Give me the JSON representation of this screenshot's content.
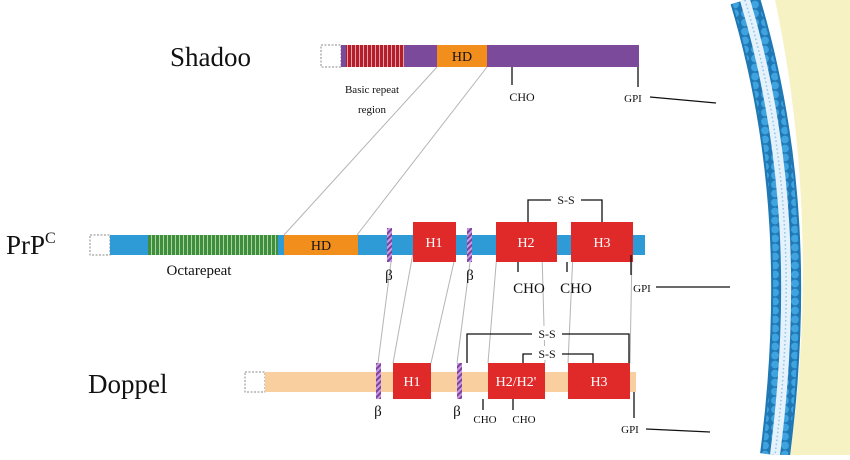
{
  "labels": {
    "shadoo": "Shadoo",
    "prpc_main": "PrP",
    "prpc_sup": "C",
    "doppel": "Doppel"
  },
  "shadoo": {
    "hd": "HD",
    "basic_repeat_line1": "Basic repeat",
    "basic_repeat_line2": "region",
    "cho": "CHO",
    "gpi": "GPI"
  },
  "prpc": {
    "hd": "HD",
    "octarepeat": "Octarepeat",
    "h1": "H1",
    "h2": "H2",
    "h3": "H3",
    "ss": "S-S",
    "beta1": "β",
    "beta2": "β",
    "cho1": "CHO",
    "cho2": "CHO",
    "gpi": "GPI"
  },
  "doppel": {
    "h1": "H1",
    "h2": "H2/H2'",
    "h3": "H3",
    "ss_outer": "S-S",
    "ss_inner": "S-S",
    "beta1": "β",
    "beta2": "β",
    "cho1": "CHO",
    "cho2": "CHO",
    "gpi": "GPI"
  },
  "colors": {
    "shadoo_bar": "#7B4A9B",
    "shadoo_repeat": "#B21E2A",
    "hd": "#F28E1C",
    "prpc_bar": "#2E9BD6",
    "octarepeat": "#3E8E3E",
    "helix": "#E02A2A",
    "beta_strand": "#7E3FA0",
    "doppel_bar": "#F9CFA0",
    "membrane": "#3FA3E0",
    "cytoplasm": "#F6F2C4"
  }
}
